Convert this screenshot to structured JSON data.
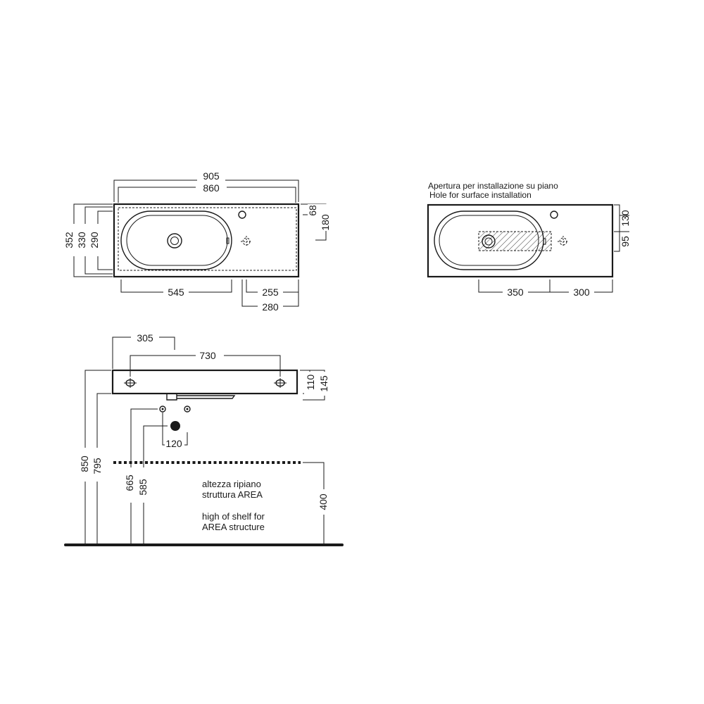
{
  "top_view": {
    "dims": {
      "overall_width": "905",
      "inner_width": "860",
      "overall_depth": "352",
      "inner_depth": "330",
      "basin_depth": "290",
      "tap_hole_offset": "68",
      "tap_hole_depth": "180",
      "bowl_length": "545",
      "right_edge_a": "255",
      "right_edge_b": "280"
    }
  },
  "cutout_view": {
    "title_it": "Apertura per installazione su piano",
    "title_en": "Hole for surface installation",
    "dims": {
      "top_right": "130",
      "right_mid": "95",
      "width_left": "350",
      "width_right": "300"
    }
  },
  "front_view": {
    "dims": {
      "left_offset": "305",
      "fixing_span": "730",
      "thickness_inner": "110",
      "thickness_outer": "145",
      "top_height": "850",
      "bottom_height": "795",
      "supply_height": "665",
      "waste_height": "585",
      "supply_spacing": "120",
      "shelf_height": "400"
    },
    "shelf_note_it_1": "altezza ripiano",
    "shelf_note_it_2": "struttura AREA",
    "shelf_note_en_1": "high of shelf for",
    "shelf_note_en_2": "AREA structure"
  }
}
